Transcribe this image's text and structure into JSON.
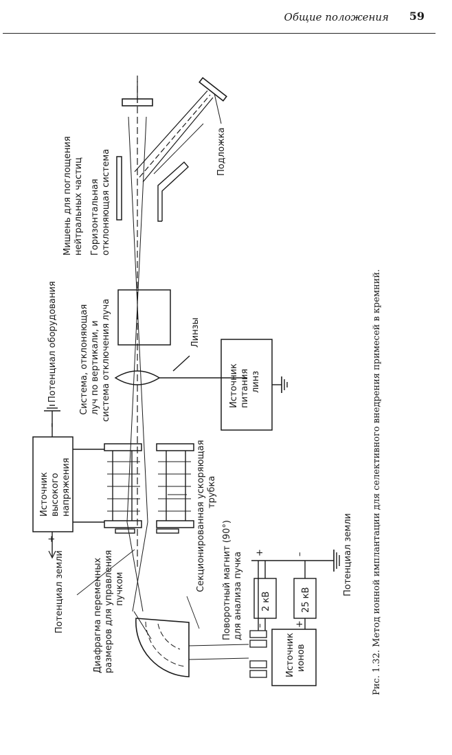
{
  "header": {
    "section_title": "Общие положения",
    "page_number": "59"
  },
  "figure": {
    "labels": {
      "ground_potential_left": "Потенциал земли",
      "equipment_potential": "Потенциал оборудования",
      "hv_source": [
        "Источник",
        "высокого",
        "напряжения"
      ],
      "plus_sign": "+",
      "minus_sign": "–",
      "aperture": [
        "Диафрагма переменных",
        "размеров для управления",
        "пучком"
      ],
      "magnet": [
        "Поворотный магнит (90°)",
        "для анализа пучка"
      ],
      "tube": [
        "Секционированная ускоряющая",
        "трубка"
      ],
      "ion_source": [
        "Источник",
        "ионов"
      ],
      "v2": "2 кВ",
      "v25": "25 кВ",
      "ground_potential_bottom": "Потенциал земли",
      "deflection_vertical": [
        "Система, отклоняющая",
        "луч по вертикали, и",
        "система отключения луча"
      ],
      "lenses": "Линзы",
      "lens_supply": [
        "Источник",
        "питания",
        "линз"
      ],
      "target": [
        "Мишень для поглощения",
        "нейтральных частиц"
      ],
      "horizontal_deflection": [
        "Горизонтальная",
        "отклоняющая система"
      ],
      "substrate": "Подложка"
    },
    "caption": "Рис. 1.32. Метод ионной имплантации для селективного внедрения примесей в кремний."
  }
}
